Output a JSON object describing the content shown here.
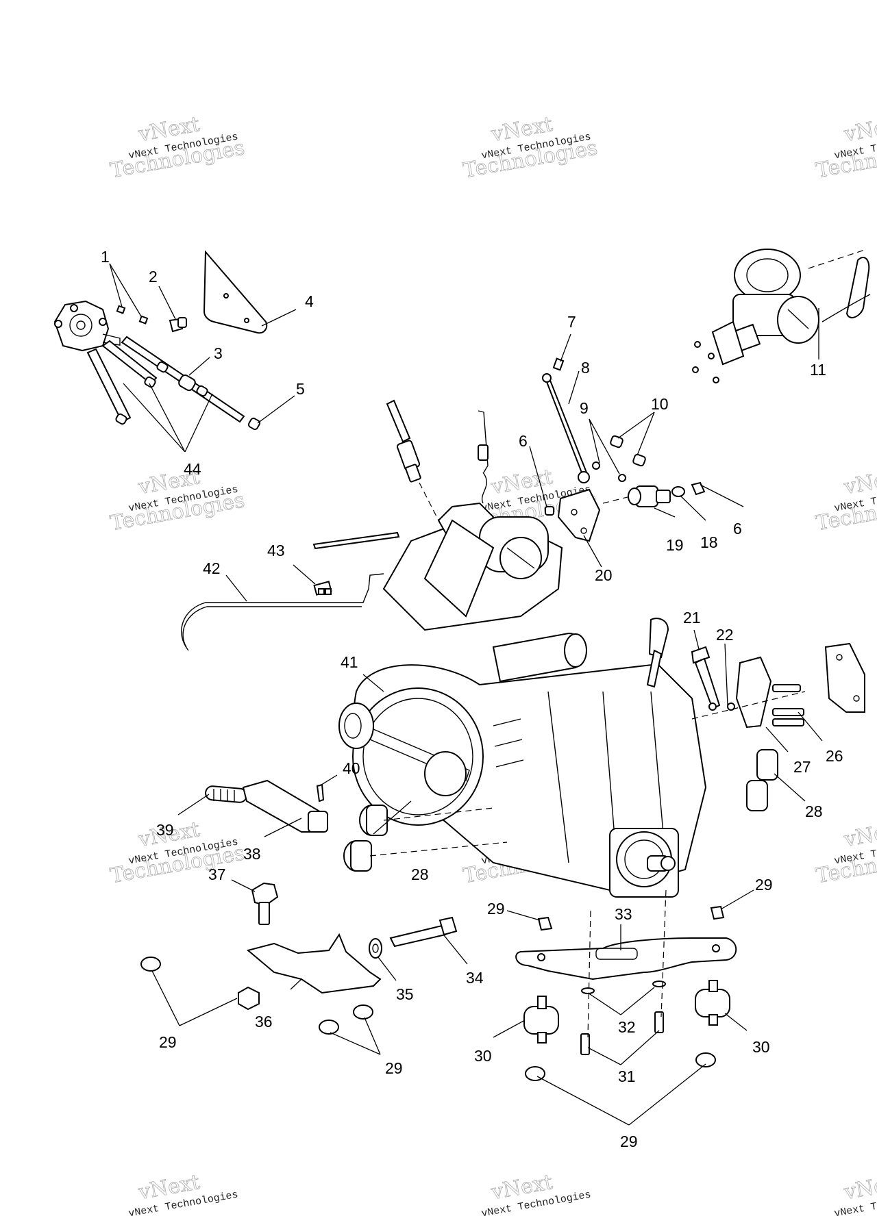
{
  "watermark": {
    "small": "vNext Technologies",
    "large_top": "vNext",
    "large_bottom": "Technologies"
  },
  "callouts": {
    "c1": "1",
    "c2": "2",
    "c3": "3",
    "c4": "4",
    "c5": "5",
    "c6a": "6",
    "c6b": "6",
    "c7": "7",
    "c8": "8",
    "c9": "9",
    "c10": "10",
    "c11": "11",
    "c18": "18",
    "c19": "19",
    "c20": "20",
    "c21": "21",
    "c22": "22",
    "c26": "26",
    "c27": "27",
    "c28a": "28",
    "c28b": "28",
    "c29a": "29",
    "c29b": "29",
    "c29c": "29",
    "c29d": "29",
    "c29e": "29",
    "c30a": "30",
    "c30b": "30",
    "c31": "31",
    "c32": "32",
    "c33": "33",
    "c34": "34",
    "c35": "35",
    "c36": "36",
    "c37": "37",
    "c38": "38",
    "c39": "39",
    "c40": "40",
    "c41": "41",
    "c42": "42",
    "c43": "43",
    "c44": "44"
  },
  "icons": [
    "fuel-pump-icon",
    "carburetor-icon",
    "engine-icon",
    "shift-lever-icon",
    "engine-mount-icon"
  ]
}
